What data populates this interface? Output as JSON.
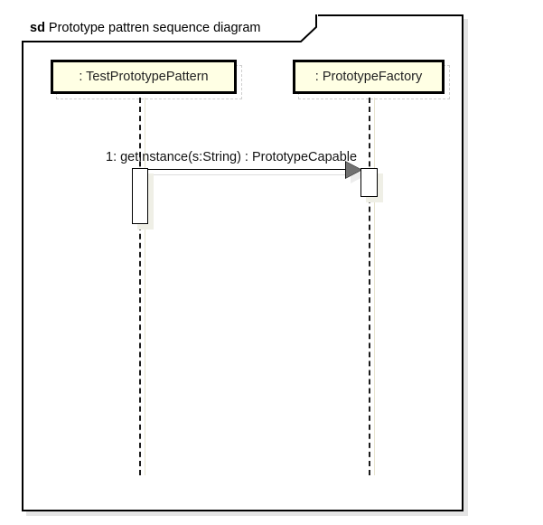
{
  "diagram": {
    "kind": "uml-sequence-diagram",
    "frame": {
      "keyword": "sd",
      "name": "Prototype pattren sequence diagram"
    },
    "colors": {
      "frame_border": "#000000",
      "frame_background": "#ffffff",
      "frame_shadow": "#e4e4e4",
      "lifeline_box_fill": "#ffffe4",
      "lifeline_box_border": "#000000",
      "lifeline_dash": "#1a1a1a",
      "activation_fill": "#ffffff",
      "activation_border": "#000000",
      "arrow_fill": "#707070",
      "text": "#141414"
    },
    "lifelines": [
      {
        "id": "test-prototype-pattern",
        "label": ": TestPrototypePattern",
        "role": "caller"
      },
      {
        "id": "prototype-factory",
        "label": ": PrototypeFactory",
        "role": "callee"
      }
    ],
    "messages": [
      {
        "sequence": "1",
        "label": "1: getInstance(s:String) : PrototypeCapable",
        "operation": "getInstance",
        "parameters": "s:String",
        "return_type": "PrototypeCapable",
        "from": "test-prototype-pattern",
        "to": "prototype-factory",
        "arrow": "filled-solid",
        "direction": "right"
      }
    ],
    "activations": [
      {
        "on": "test-prototype-pattern",
        "order": "1"
      },
      {
        "on": "prototype-factory",
        "order": "1"
      }
    ]
  }
}
